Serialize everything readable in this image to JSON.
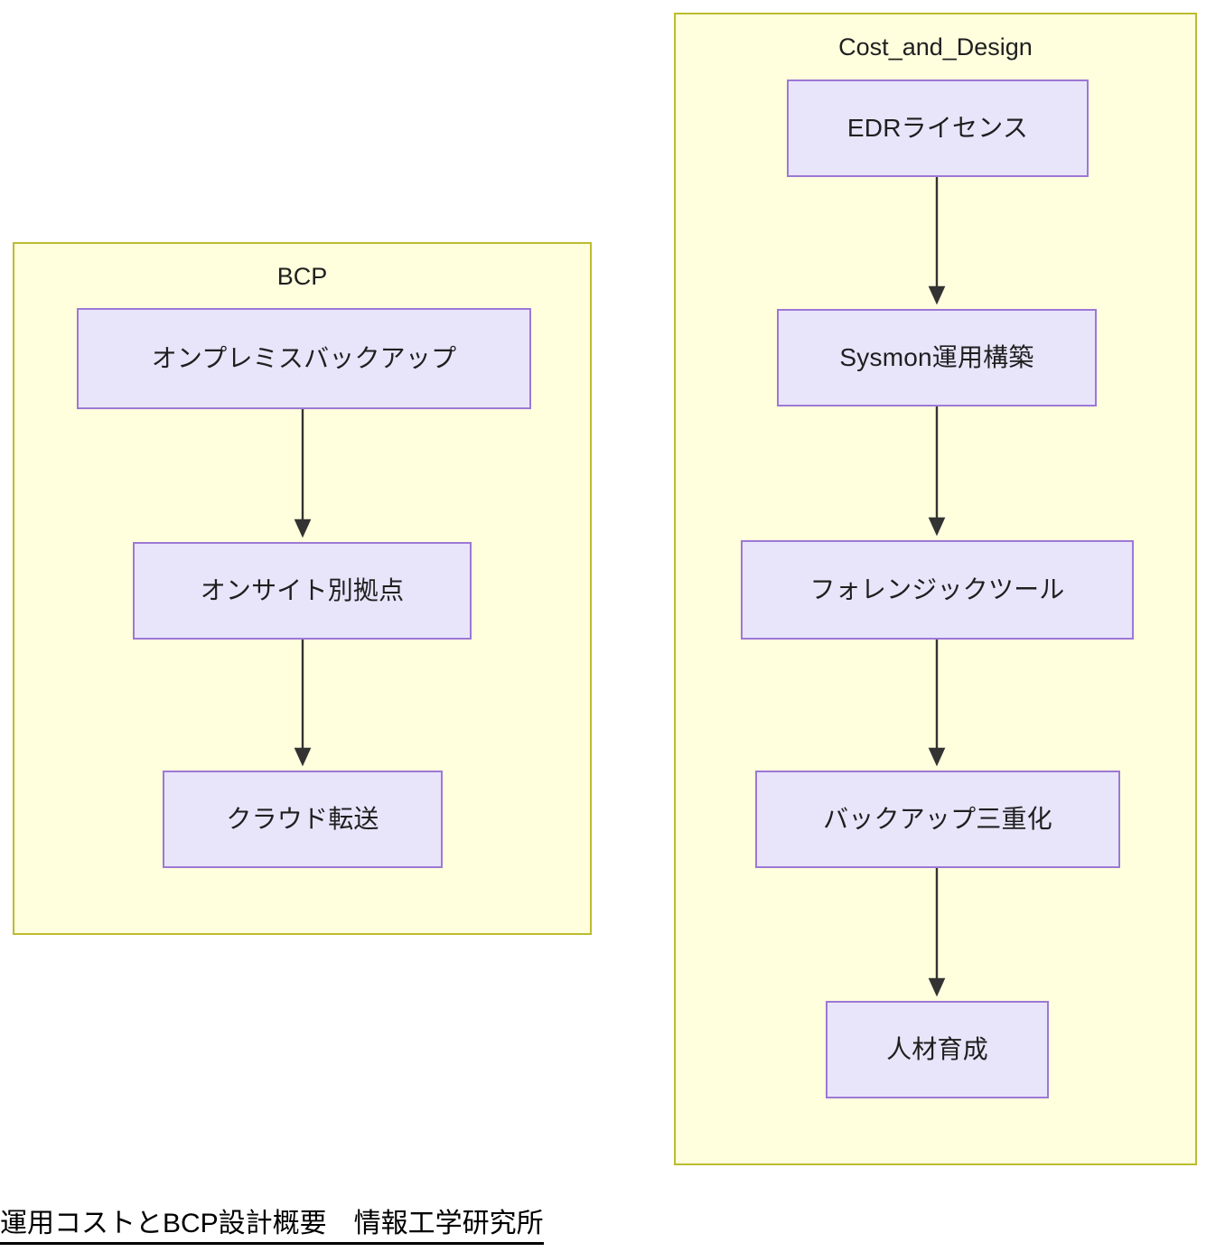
{
  "diagram": {
    "kind": "flowchart",
    "direction": "top-down",
    "caption": "運用コストとBCP設計概要　情報工学研究所",
    "colors": {
      "cluster_fill": "#ffffde",
      "cluster_border": "#bcbc2e",
      "node_fill": "#e8e5fb",
      "node_border": "#9d78d6",
      "edge": "#333333",
      "text": "#1f1f1f",
      "background": "#ffffff"
    },
    "clusters": [
      {
        "id": "bcp",
        "title": "BCP",
        "nodes": [
          {
            "id": "onprem_backup",
            "label": "オンプレミスバックアップ"
          },
          {
            "id": "onsite_site",
            "label": "オンサイト別拠点"
          },
          {
            "id": "cloud_transfer",
            "label": "クラウド転送"
          }
        ],
        "edges": [
          {
            "from": "オンプレミスバックアップ",
            "to": "オンサイト別拠点",
            "label": ""
          },
          {
            "from": "オンサイト別拠点",
            "to": "クラウド転送",
            "label": ""
          }
        ]
      },
      {
        "id": "cost_and_design",
        "title": "Cost_and_Design",
        "nodes": [
          {
            "id": "edr_license",
            "label": "EDRライセンス"
          },
          {
            "id": "sysmon_build",
            "label": "Sysmon運用構築"
          },
          {
            "id": "forensic_tool",
            "label": "フォレンジックツール"
          },
          {
            "id": "backup_triple",
            "label": "バックアップ三重化"
          },
          {
            "id": "talent_dev",
            "label": "人材育成"
          }
        ],
        "edges": [
          {
            "from": "EDRライセンス",
            "to": "Sysmon運用構築",
            "label": ""
          },
          {
            "from": "Sysmon運用構築",
            "to": "フォレンジックツール",
            "label": ""
          },
          {
            "from": "フォレンジックツール",
            "to": "バックアップ三重化",
            "label": ""
          },
          {
            "from": "バックアップ三重化",
            "to": "人材育成",
            "label": ""
          }
        ]
      }
    ]
  }
}
